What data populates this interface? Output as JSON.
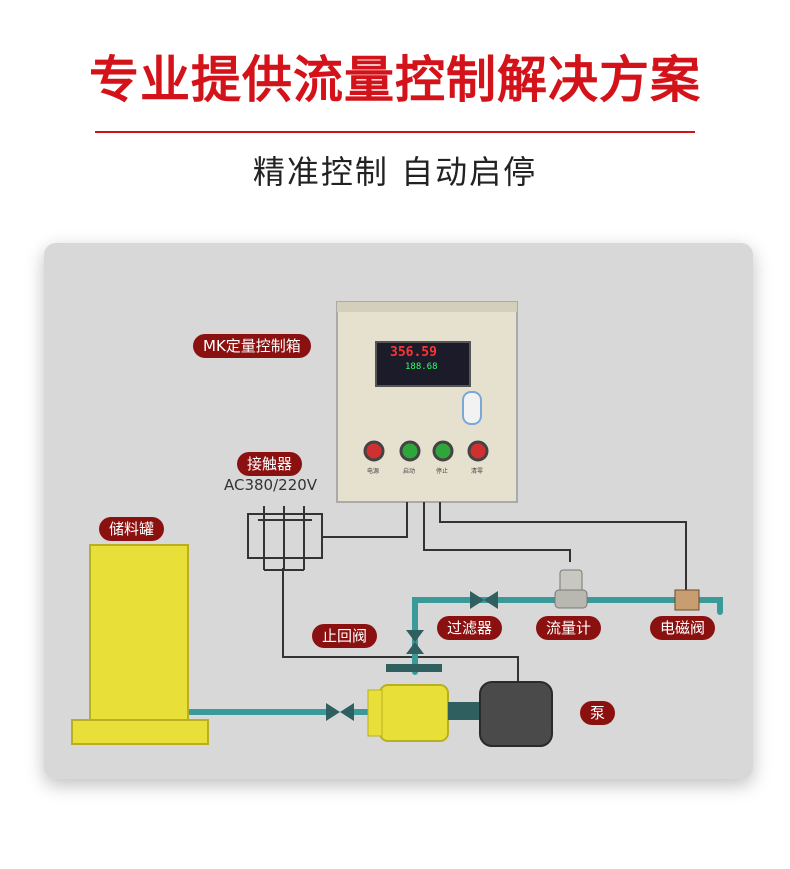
{
  "header": {
    "title": "专业提供流量控制解决方案",
    "subtitle": "精准控制 自动启停"
  },
  "diagram": {
    "control_box": "MK定量控制箱",
    "contactor": "接触器",
    "voltage": "AC380/220V",
    "tank": "储料罐",
    "check_valve": "止回阀",
    "filter": "过滤器",
    "flowmeter": "流量计",
    "solenoid_valve": "电磁阀",
    "pump": "泵",
    "display_value_1": "356.59",
    "display_value_2": "188.68",
    "buttons": [
      "电源",
      "启动",
      "停止",
      "清零"
    ]
  },
  "colors": {
    "title_red": "#d4121a",
    "label_bg": "#8b1111",
    "pipe": "#3a9a9a",
    "equipment_yellow": "#e8e038",
    "panel_bg": "#d8d8d8"
  }
}
